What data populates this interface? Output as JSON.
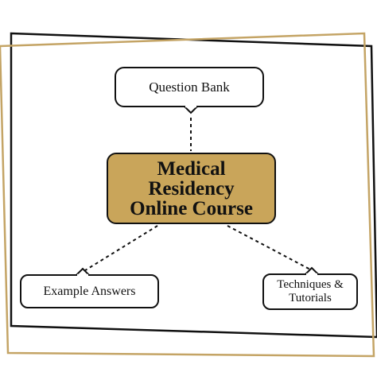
{
  "diagram": {
    "center": {
      "label": "Medical\nResidency\nOnline Course"
    },
    "nodes": [
      {
        "id": "question-bank",
        "label": "Question Bank"
      },
      {
        "id": "example-answers",
        "label": "Example Answers"
      },
      {
        "id": "techniques-tutorials",
        "label": "Techniques &\nTutorials"
      }
    ]
  },
  "colors": {
    "accent_gold": "#c9a55a",
    "frame_gold": "#c4a465",
    "frame_black": "#111111",
    "connector": "#111111"
  }
}
